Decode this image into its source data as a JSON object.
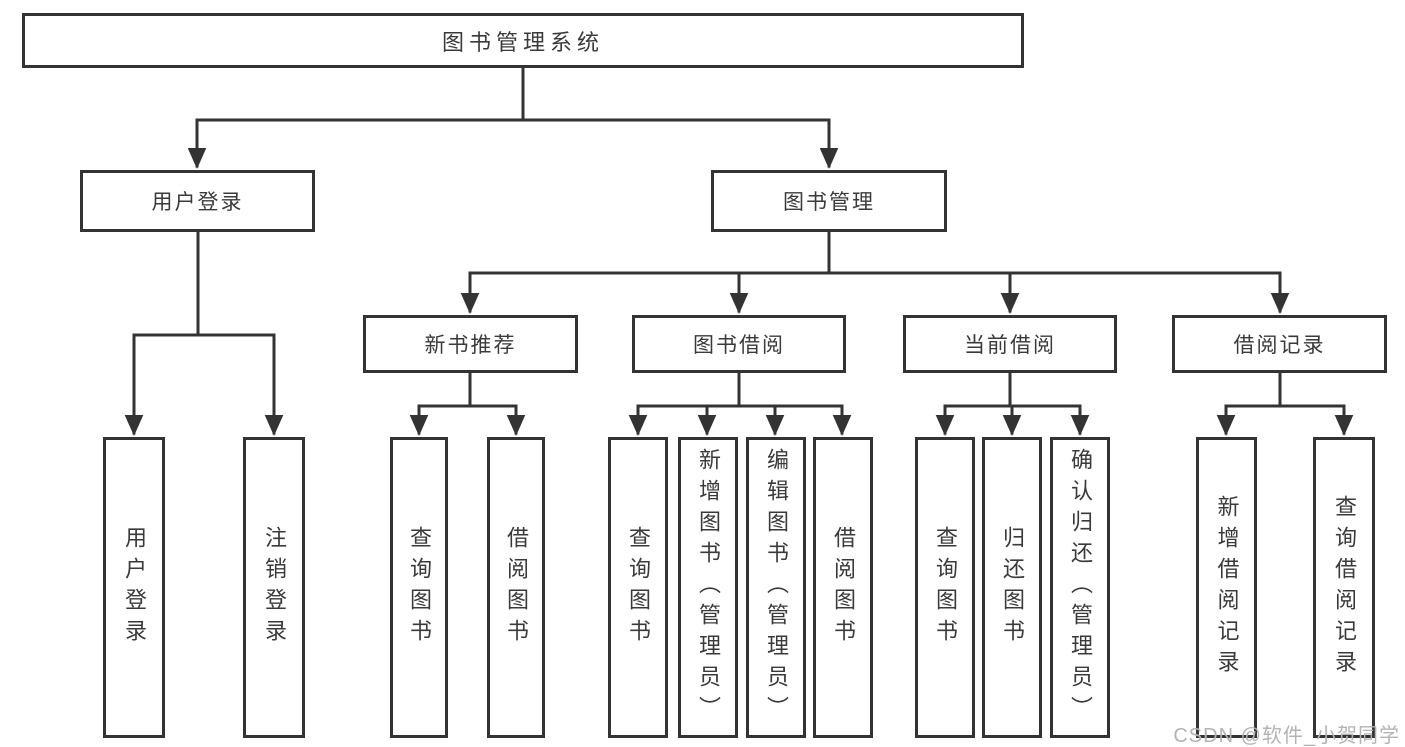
{
  "tree": {
    "root": {
      "label": "图书管理系统"
    },
    "branches": [
      {
        "label": "用户登录",
        "children": [
          {
            "label": "用户登录"
          },
          {
            "label": "注销登录"
          }
        ]
      },
      {
        "label": "图书管理",
        "children": [
          {
            "label": "新书推荐",
            "children": [
              {
                "label": "查询图书"
              },
              {
                "label": "借阅图书"
              }
            ]
          },
          {
            "label": "图书借阅",
            "children": [
              {
                "label": "查询图书"
              },
              {
                "label": "新增图书（管理员）"
              },
              {
                "label": "编辑图书（管理员）"
              },
              {
                "label": "借阅图书"
              }
            ]
          },
          {
            "label": "当前借阅",
            "children": [
              {
                "label": "查询图书"
              },
              {
                "label": "归还图书"
              },
              {
                "label": "确认归还（管理员）"
              }
            ]
          },
          {
            "label": "借阅记录",
            "children": [
              {
                "label": "新增借阅记录"
              },
              {
                "label": "查询借阅记录"
              }
            ]
          }
        ]
      }
    ]
  },
  "watermark": "CSDN @软件_小贺同学",
  "colors": {
    "line": "#333333",
    "text": "#3a3a3a",
    "watermark_gray": "#b3b3b3",
    "background": "#ffffff"
  }
}
